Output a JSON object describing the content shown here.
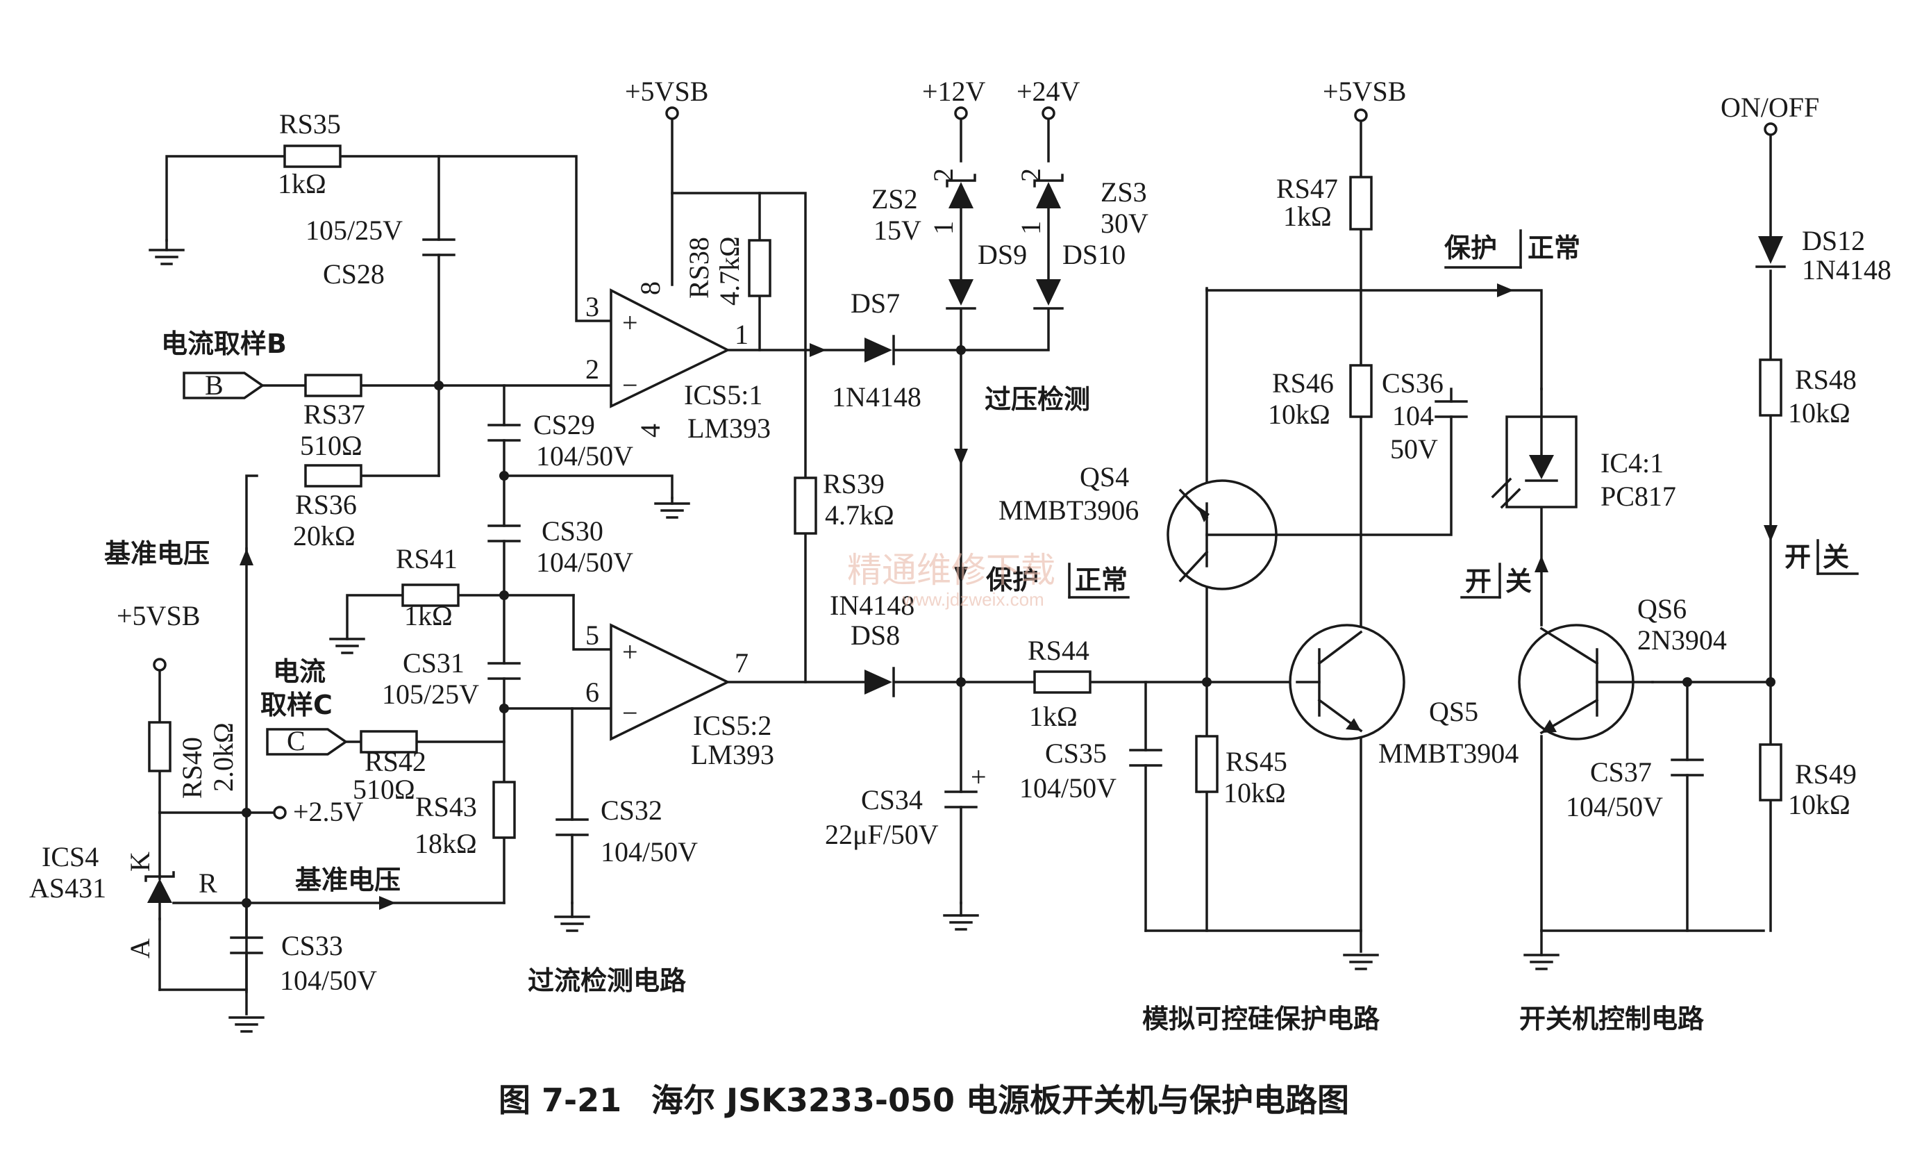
{
  "caption": {
    "figure_no": "图 7-21",
    "title": "海尔 JSK3233-050 电源板开关机与保护电路图"
  },
  "watermark": {
    "cn": "精通维修下载",
    "url": "www.jdzweix.com"
  },
  "sections": {
    "ovc": "过流检测电路",
    "scr": "模拟可控硅保护电路",
    "onoff": "开关机控制电路"
  },
  "power": {
    "vsb1": "+5VSB",
    "v12": "+12V",
    "v24": "+24V",
    "vsb2": "+5VSB",
    "vsb3": "+5VSB",
    "onoff": "ON/OFF",
    "v25": "+2.5V"
  },
  "signals": {
    "cur_b": "电流取样B",
    "b": "B",
    "cur_c1": "电流",
    "cur_c2": "取样C",
    "c": "C",
    "ref1": "基准电压",
    "ref2": "基准电压",
    "ovp": "过压检测",
    "prot1": "保护",
    "norm1": "正常",
    "prot2": "保护",
    "norm2": "正常",
    "sw1a": "开",
    "sw1b": "关",
    "sw2a": "开",
    "sw2b": "关"
  },
  "components": {
    "RS35": {
      "ref": "RS35",
      "val": "1kΩ"
    },
    "CS28": {
      "ref": "CS28",
      "val": "105/25V"
    },
    "RS37": {
      "ref": "RS37",
      "val": "510Ω"
    },
    "RS36": {
      "ref": "RS36",
      "val": "20kΩ"
    },
    "CS29": {
      "ref": "CS29",
      "val": "104/50V"
    },
    "CS30": {
      "ref": "CS30",
      "val": "104/50V"
    },
    "RS41": {
      "ref": "RS41",
      "val": "1kΩ"
    },
    "CS31": {
      "ref": "CS31",
      "val": "105/25V"
    },
    "RS42": {
      "ref": "RS42",
      "val": "510Ω"
    },
    "RS43": {
      "ref": "RS43",
      "val": "18kΩ"
    },
    "CS32": {
      "ref": "CS32",
      "val": "104/50V"
    },
    "RS40": {
      "ref": "RS40",
      "val": "2.0kΩ"
    },
    "ICS4": {
      "ref": "ICS4",
      "val": "AS431",
      "pk": "K",
      "pr": "R",
      "pa": "A"
    },
    "CS33": {
      "ref": "CS33",
      "val": "104/50V"
    },
    "RS38": {
      "ref": "RS38",
      "val": "4.7kΩ"
    },
    "ICS5_1": {
      "ref": "ICS5:1",
      "val": "LM393"
    },
    "ICS5_2": {
      "ref": "ICS5:2",
      "val": "LM393"
    },
    "RS39": {
      "ref": "RS39",
      "val": "4.7kΩ"
    },
    "ZS2": {
      "ref": "ZS2",
      "val": "15V"
    },
    "ZS3": {
      "ref": "ZS3",
      "val": "30V"
    },
    "DS9": {
      "ref": "DS9"
    },
    "DS10": {
      "ref": "DS10"
    },
    "DS7": {
      "ref": "DS7",
      "val": "1N4148"
    },
    "DS8": {
      "ref": "DS8",
      "val": "IN4148"
    },
    "RS44": {
      "ref": "RS44",
      "val": "1kΩ"
    },
    "CS34": {
      "ref": "CS34",
      "val": "22μF/50V"
    },
    "CS35": {
      "ref": "CS35",
      "val": "104/50V"
    },
    "RS47": {
      "ref": "RS47",
      "val": "1kΩ"
    },
    "RS46": {
      "ref": "RS46",
      "val": "10kΩ"
    },
    "CS36": {
      "ref": "CS36",
      "val1": "104",
      "val2": "50V"
    },
    "RS45": {
      "ref": "RS45",
      "val": "10kΩ"
    },
    "QS4": {
      "ref": "QS4",
      "val": "MMBT3906"
    },
    "QS5": {
      "ref": "QS5",
      "val": "MMBT3904"
    },
    "IC4": {
      "ref": "IC4:1",
      "val": "PC817"
    },
    "QS6": {
      "ref": "QS6",
      "val": "2N3904"
    },
    "CS37": {
      "ref": "CS37",
      "val": "104/50V"
    },
    "DS12": {
      "ref": "DS12",
      "val": "1N4148"
    },
    "RS48": {
      "ref": "RS48",
      "val": "10kΩ"
    },
    "RS49": {
      "ref": "RS49",
      "val": "10kΩ"
    }
  },
  "pins": {
    "p3": "3",
    "p2": "2",
    "p8": "8",
    "p4": "4",
    "p1": "1",
    "p5": "5",
    "p6": "6",
    "p7": "7",
    "zs2a": "2",
    "zs2b": "1",
    "zs3a": "2",
    "zs3b": "1",
    "plus": "+",
    "minus": "−"
  }
}
